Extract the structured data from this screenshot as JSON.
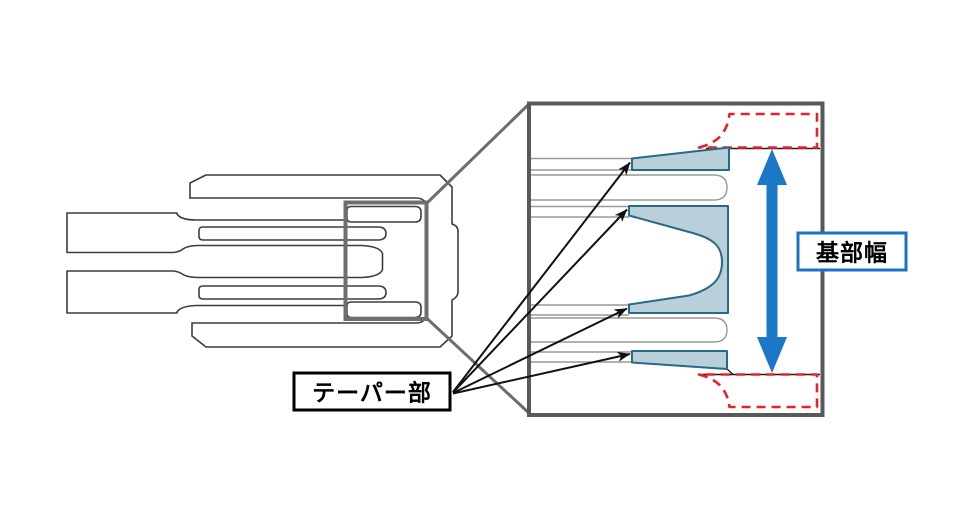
{
  "diagram": {
    "type": "technical-illustration",
    "description_visible_text_only": true,
    "labels": {
      "taper": "テーパー部",
      "base_width": "基部幅"
    },
    "pointers": {
      "taper_arrow_count": 4
    },
    "colors": {
      "background": "#ffffff",
      "taper_fill": "#b9cfda",
      "taper_stroke": "#266a87",
      "dimension_arrow_blue": "#1a78c6",
      "base_width_box_border": "#1b72c4",
      "original_outline_red": "#e9212b",
      "panel_border": "#58595b",
      "zoom_line_gray": "#6e6e6e",
      "drawing_line": "#3d3d3d",
      "thin_line_gray": "#999999",
      "pointer_arrow_black": "#111111"
    }
  }
}
